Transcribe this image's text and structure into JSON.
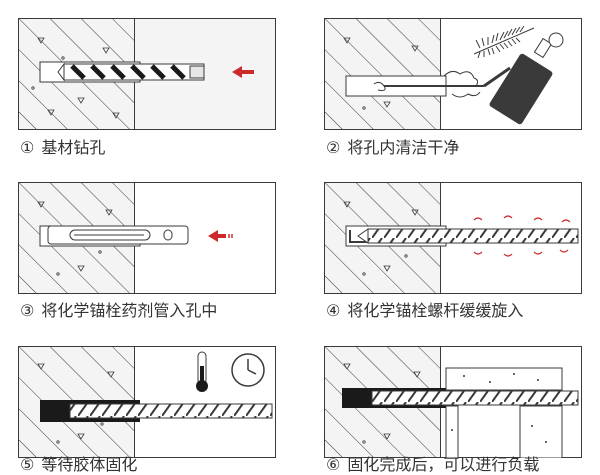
{
  "colors": {
    "line": "#3a3a3a",
    "arrow": "#cc2a2a",
    "panel_bg": "#f4f4f4",
    "hole": "#ffffff",
    "bonded_resin": "#1a1a1a",
    "caption_text": "#333333"
  },
  "steps": [
    {
      "number": "①",
      "label": "基材钻孔",
      "icons": [
        "drill-bit-icon",
        "insert-arrow-icon"
      ]
    },
    {
      "number": "②",
      "label": "将孔内清洁干净",
      "icons": [
        "cleaning-brush-icon",
        "air-blower-icon"
      ]
    },
    {
      "number": "③",
      "label": "将化学锚栓药剂管入孔中",
      "icons": [
        "resin-capsule-icon",
        "insert-arrow-icon"
      ]
    },
    {
      "number": "④",
      "label": "将化学锚栓螺杆缓缓旋入",
      "icons": [
        "threaded-rod-icon",
        "rotation-marks-icon"
      ]
    },
    {
      "number": "⑤",
      "label": "等待胶体固化",
      "icons": [
        "thermometer-icon",
        "clock-icon"
      ]
    },
    {
      "number": "⑥",
      "label": "固化完成后，可以进行负载",
      "icons": [
        "threaded-rod-icon",
        "fixture-plate-icon"
      ]
    }
  ]
}
